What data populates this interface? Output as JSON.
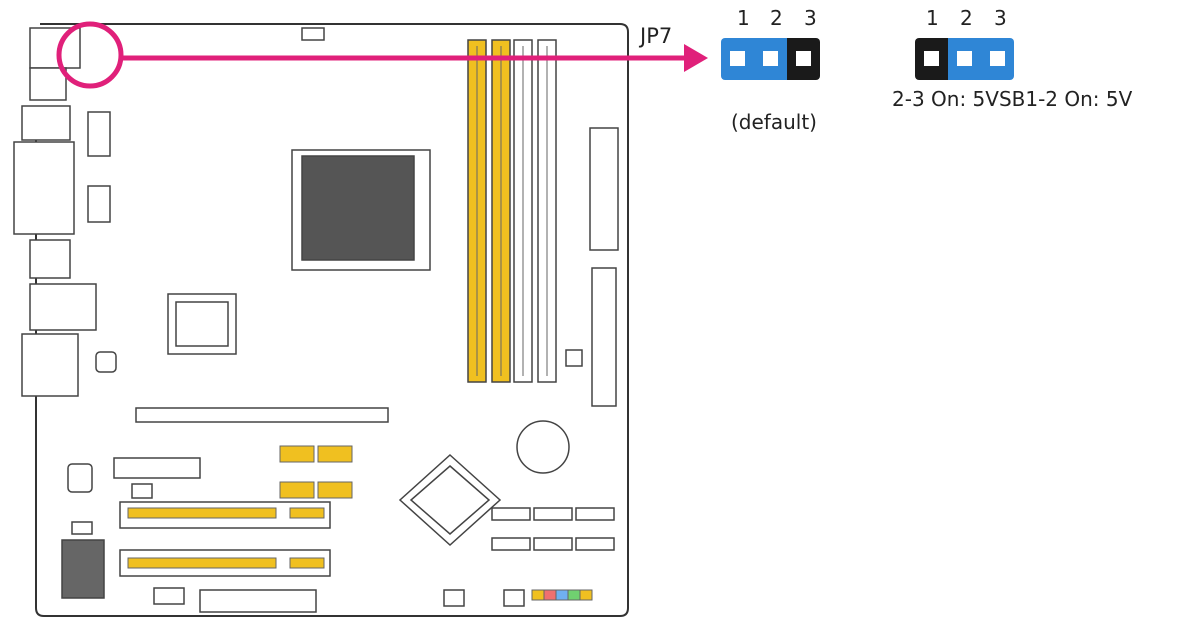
{
  "jumper_name": "JP7",
  "colors": {
    "cap": "#2f86d6",
    "pin": "#1a1a1a",
    "highlight": "#e0207a",
    "dimm_gold": "#f0c020"
  },
  "settings": [
    {
      "pins": [
        "1",
        "2",
        "3"
      ],
      "caps": [
        "blue",
        "blue",
        "black"
      ],
      "caption": "(default)"
    },
    {
      "pins": [
        "1",
        "2",
        "3"
      ],
      "caps": [
        "black",
        "blue",
        "blue"
      ],
      "caption": ""
    }
  ],
  "descriptions": [
    "2-3 On: 5VSB",
    "1-2 On: 5V"
  ]
}
